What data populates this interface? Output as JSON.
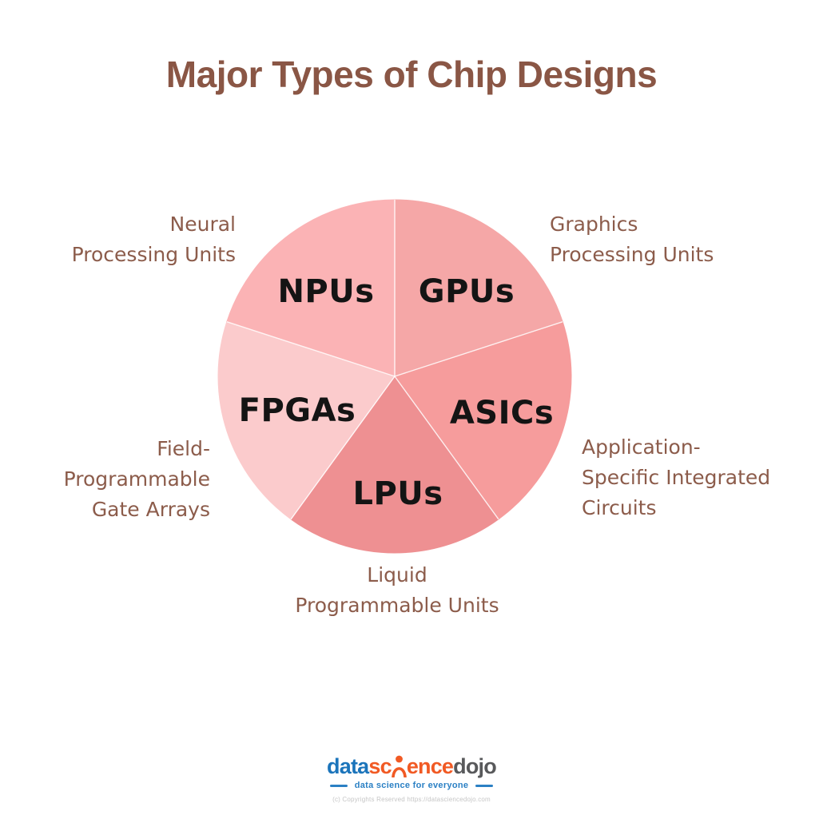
{
  "title": "Major Types of Chip Designs",
  "chart_data": {
    "type": "pie",
    "title": "Major Types of Chip Designs",
    "start_angle_deg": 0,
    "direction": "clockwise",
    "legend_position": "around",
    "slices": [
      {
        "abbr": "GPUs",
        "label": "Graphics Processing Units",
        "value": 20,
        "color": "#f5a7a7"
      },
      {
        "abbr": "ASICs",
        "label": "Application-Specific Integrated Circuits",
        "value": 20,
        "color": "#f69c9c"
      },
      {
        "abbr": "LPUs",
        "label": "Liquid Programmable Units",
        "value": 20,
        "color": "#ee9092"
      },
      {
        "abbr": "FPGAs",
        "label": "Field-Programmable Gate Arrays",
        "value": 20,
        "color": "#fbcbcc"
      },
      {
        "abbr": "NPUs",
        "label": "Neural Processing Units",
        "value": 20,
        "color": "#fbb3b5"
      }
    ],
    "separator_color": "#ffffff"
  },
  "outer_labels": {
    "npu": {
      "lines": [
        "Neural",
        "Processing Units"
      ]
    },
    "gpu": {
      "lines": [
        "Graphics",
        "Processing Units"
      ]
    },
    "fpga": {
      "lines": [
        "Field-",
        "Programmable",
        "Gate Arrays"
      ]
    },
    "asic": {
      "lines": [
        "Application-",
        "Specific Integrated",
        "Circuits"
      ]
    },
    "lpu": {
      "lines": [
        "Liquid",
        "Programmable Units"
      ]
    }
  },
  "palette": {
    "title_brown": "#8a5645",
    "label_brown": "#8c5c4b",
    "slice_text": "#141414",
    "logo_blue": "#1c75bb",
    "logo_orange": "#f15a24",
    "logo_gray": "#58595b",
    "tagline_blue": "#2b80c4",
    "copyright_gray": "#c6c6c6"
  },
  "footer": {
    "logo": {
      "part1": "data",
      "part2_pre": "sc",
      "part2_post": "ence",
      "part3": "dojo"
    },
    "tagline": "data science for everyone",
    "copyright": "(c) Copyrights Reserved  https://datasciencedojo.com"
  }
}
